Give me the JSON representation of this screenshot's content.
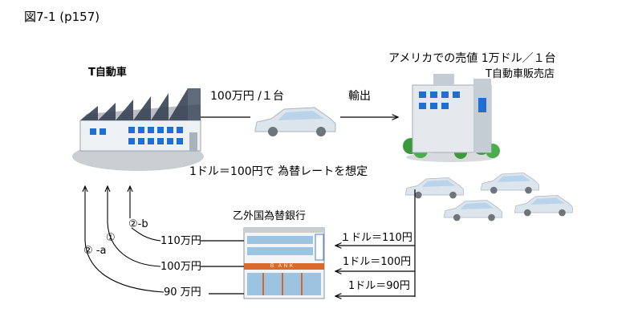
{
  "figure_label": "図7-1 (p157)",
  "factory_label": "T自動車",
  "price_label": "100万円 /１台",
  "export_label": "輸出",
  "us_price_label": "アメリカでの売値 1万ドル／１台",
  "dealer_label": "T自動車販売店",
  "assumption_label": "1ドル＝100円で 為替レートを想定",
  "bank_label": "乙外国為替銀行",
  "bank_sign_text": "Ｂ ＡＮＫ",
  "yen_amounts": [
    "110万円",
    "100万円",
    "90 万円"
  ],
  "rates": [
    "１ドル＝110円",
    "1ドル＝100円",
    "1ドル＝90円"
  ],
  "markers": [
    "①",
    "② -a",
    "②-b"
  ],
  "colors": {
    "factory_roof": "#4a5566",
    "factory_wall": "#eef1f4",
    "factory_window": "#1e6fd1",
    "car_body": "#dde5ec",
    "car_window": "#b9d4ea",
    "bank_window": "#9cc3df",
    "bank_stripe": "#d96a2b",
    "tree": "#3a9a3a"
  },
  "icons": [
    "factory-icon",
    "car-icon",
    "store-building-icon",
    "bank-building-icon"
  ]
}
